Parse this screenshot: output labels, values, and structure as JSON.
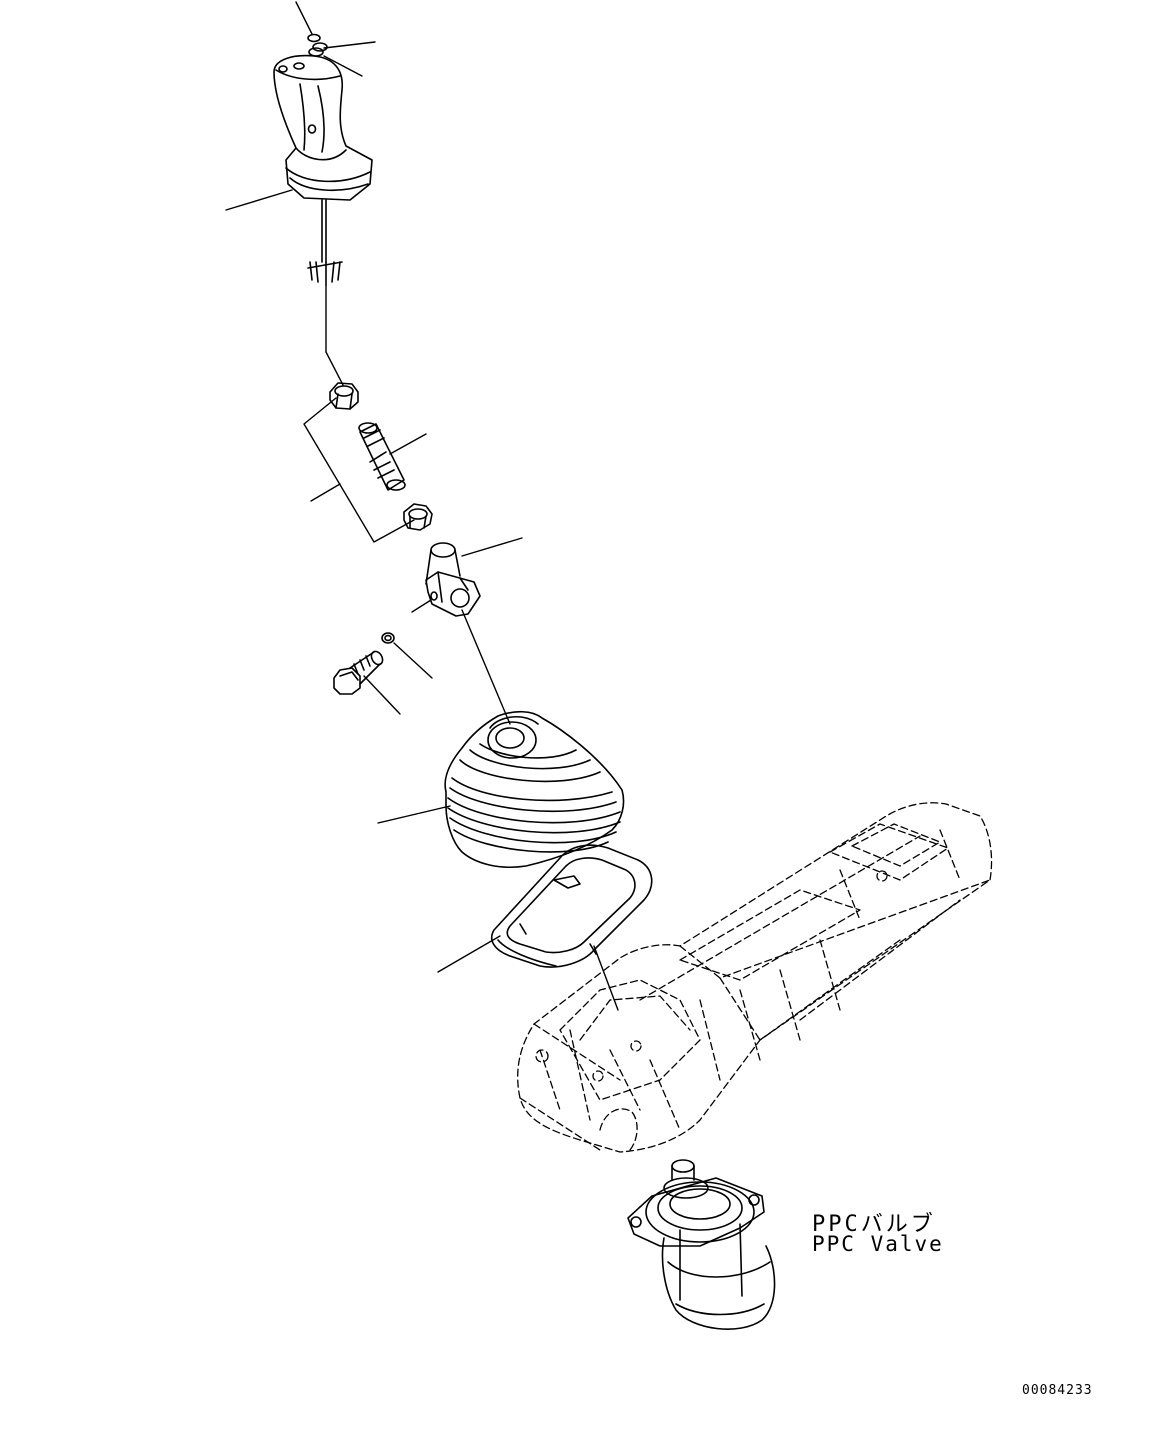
{
  "figure": {
    "figure_number": "00084233",
    "labels": {
      "ppc_valve_jp": "PPCバルブ",
      "ppc_valve_en": "PPC Valve"
    }
  }
}
